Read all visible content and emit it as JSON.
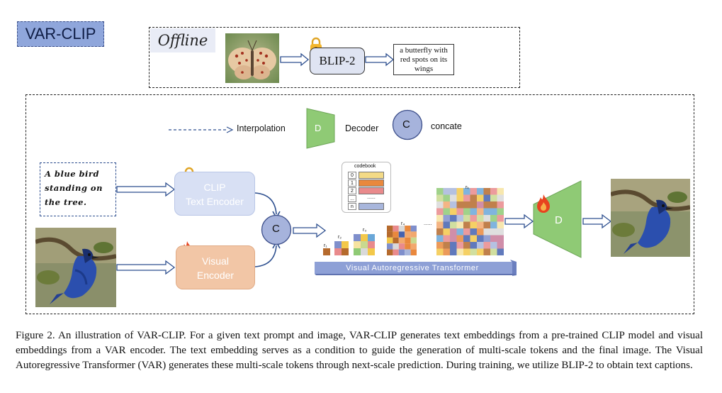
{
  "badge": "VAR-CLIP",
  "offline_label": "Offline",
  "blip": "BLIP-2",
  "blip_caption": "a butterfly with\nred spots on its\nwings",
  "legend": {
    "interpolation": "Interpolation",
    "decoder_symbol": "D",
    "decoder": "Decoder",
    "concat_symbol": "C",
    "concat": "concate"
  },
  "prompt": "A blue bird\nstanding on\nthe tree.",
  "clip_encoder": "CLIP\nText Encoder",
  "visual_encoder": "Visual\nEncoder",
  "concat_node": "C",
  "codebook": {
    "title": "codebook",
    "indices": [
      "0",
      "1",
      "2",
      "...",
      "n"
    ],
    "dots": "......",
    "colors": [
      "#f3da86",
      "#e9883d",
      "#e98a8c",
      "#ffffff",
      "#a8b6dc"
    ]
  },
  "scales": {
    "r1": "r₁",
    "r2": "r₂",
    "r3": "r₃",
    "r4": "r₄",
    "rk": "rₖ",
    "dots": "......"
  },
  "var_transformer": "Visual  Autoregressive  Transformer",
  "decoder_node": "D",
  "colors": {
    "badge": "#8fa6db",
    "clip": "#d8e0f4",
    "visual": "#f2c6a6",
    "decoder": "#8fca75",
    "concat": "#a6b3dc",
    "transformer": "#8ea0d6"
  },
  "icons": [
    "lock-icon",
    "fire-icon",
    "butterfly-image",
    "blue-bird-image"
  ],
  "figure_caption": "Figure 2.  An illustration of VAR-CLIP. For a given text prompt and image, VAR-CLIP generates text embeddings from a pre-trained CLIP model and visual embeddings from a VAR encoder. The text embedding serves as a condition to guide the generation of multi-scale tokens and the final image. The Visual Autoregressive Transformer (VAR) generates these multi-scale tokens through next-scale prediction. During training, we utilize BLIP-2 to obtain text captions."
}
